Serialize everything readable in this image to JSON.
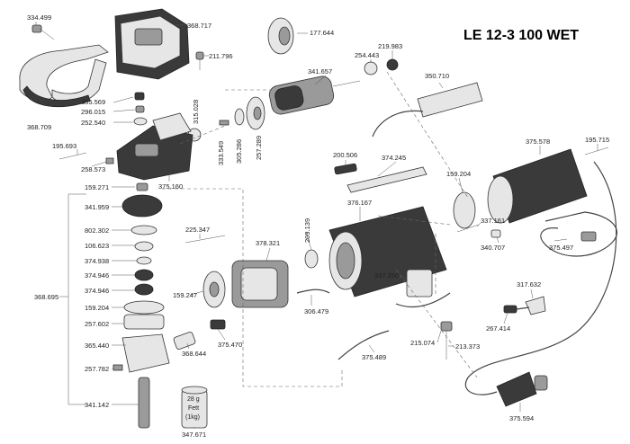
{
  "title": "LE 12-3 100 WET",
  "fett": {
    "line1": "28 g",
    "line2": "Fett",
    "line3": "(1kg)"
  },
  "labels": {
    "p334499": "334.499",
    "p368717": "368.717",
    "p177644": "177.644",
    "p211796": "211.796",
    "p219983": "219.983",
    "p254443": "254.443",
    "p341657": "341.657",
    "p350710": "350.710",
    "p368709": "368.709",
    "p355569": "355.569",
    "p296015": "296.015",
    "p252540": "252.540",
    "p315028": "315.028",
    "p195693": "195.693",
    "p258573": "258.573",
    "p333549": "333.549",
    "p305286": "305.286",
    "p257289": "257.289",
    "p375160": "375.160",
    "p375578": "375.578",
    "p195715": "195.715",
    "p200506": "200.506",
    "p374245": "374.245",
    "p159204a": "159.204",
    "p159271": "159.271",
    "p341959": "341.959",
    "p802302": "802.302",
    "p106623": "106.623",
    "p374938": "374.938",
    "p374946a": "374.946",
    "p374946b": "374.946",
    "p368695": "368.695",
    "p159204b": "159.204",
    "p257602": "257.602",
    "p365440": "365.440",
    "p257782": "257.782",
    "p341142": "341.142",
    "p347671": "347.671",
    "p225347": "225.347",
    "p209139": "209.139",
    "p376167": "376.167",
    "p337161": "337.161",
    "p340707": "340.707",
    "p375497": "375.497",
    "p378321": "378.321",
    "p159247": "159.247",
    "p306479": "306.479",
    "p337250": "337.250",
    "p317632": "317.632",
    "p267414": "267.414",
    "p375470": "375.470",
    "p368644": "368.644",
    "p215074": "215.074",
    "p213373": "213.373",
    "p375489": "375.489",
    "p375594": "375.594"
  }
}
